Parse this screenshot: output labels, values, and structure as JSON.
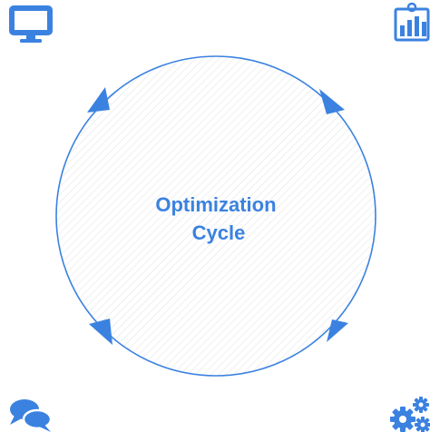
{
  "diagram": {
    "center_label_lines": [
      "Optimization",
      "Cycle"
    ],
    "accent_color": "#3b82e0",
    "circle_hatch_color": "#d9d9d9",
    "icons": [
      {
        "name": "monitor-icon",
        "corner": "top-left"
      },
      {
        "name": "bar-chart-icon",
        "corner": "top-right"
      },
      {
        "name": "chat-bubbles-icon",
        "corner": "bottom-left"
      },
      {
        "name": "gears-icon",
        "corner": "bottom-right"
      }
    ]
  }
}
